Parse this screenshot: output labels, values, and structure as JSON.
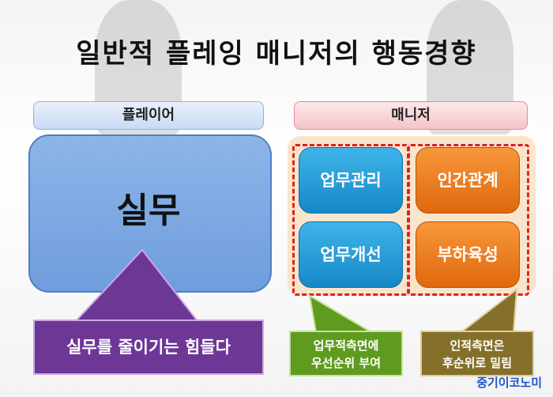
{
  "slide": {
    "title": "일반적 플레잉 매니저의 행동경향",
    "player_header": "플레이어",
    "manager_header": "매니저",
    "player_box": "실무",
    "manager_tiles": [
      "업무관리",
      "인간관계",
      "업무개선",
      "부하육성"
    ],
    "callout_player": "실무를 줄이기는 힘들다",
    "callout_task_line1": "업무적측면에",
    "callout_task_line2": "우선순위 부여",
    "callout_people_line1": "인적측면은",
    "callout_people_line2": "후순위로 밀림",
    "brand": "중기이코노미"
  },
  "colors": {
    "player_fill": "#7aa6e2",
    "tile_blue": "#1f97d6",
    "tile_orange": "#ef7d1f",
    "callout_purple": "#6d3796",
    "callout_green": "#5f9b1e",
    "callout_olive": "#85702b",
    "dashed_outline": "#e02020"
  }
}
